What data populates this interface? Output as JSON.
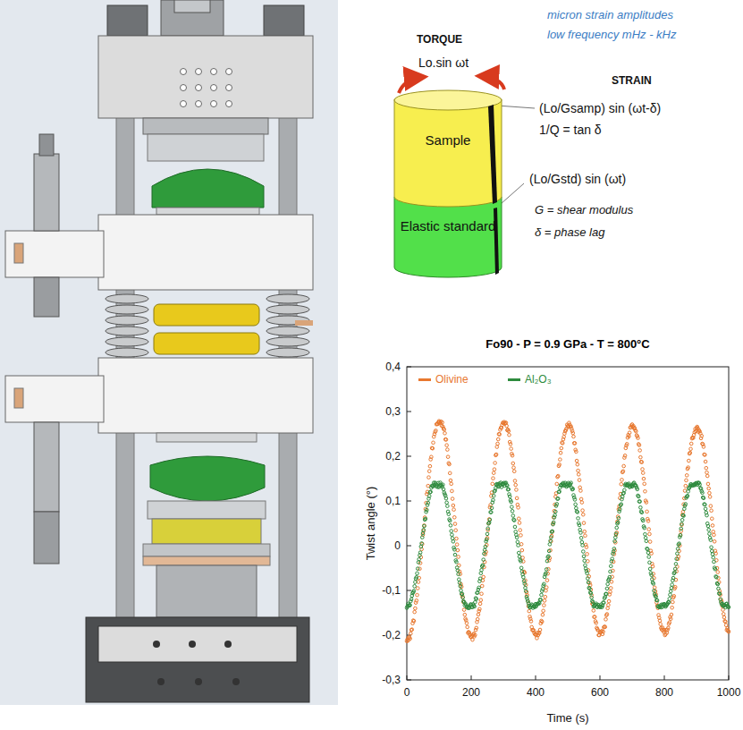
{
  "diagram": {
    "title": "Fo90  -  P = 0.9 GPa  -  T = 800°C",
    "nodes": [
      {
        "text": [
          "Sample"
        ]
      },
      {
        "text": [
          "Elastic standard"
        ]
      }
    ],
    "labels": [
      "micron strain amplitudes",
      "low frequency mHz - kHz",
      "TORQUE",
      "Lo.sin ωt",
      "STRAIN",
      "(Lo/Gsamp) sin (ωt-δ)",
      "1/Q = tan δ",
      "(Lo/Gstd) sin (ωt)",
      "G = shear modulus",
      "δ = phase lag",
      "0,4",
      "0,3",
      "0,2",
      "0,1",
      "0",
      "-0,1",
      "-0,2",
      "-0,3",
      "0",
      "200",
      "400",
      "600",
      "800",
      "1000",
      "Twist angle (°)",
      "Time (s)"
    ],
    "legend": [
      {
        "text": "Olivine",
        "color": "#e8782f"
      },
      {
        "text": "Al₂O₃",
        "color": "#2e8b3e"
      }
    ]
  }
}
